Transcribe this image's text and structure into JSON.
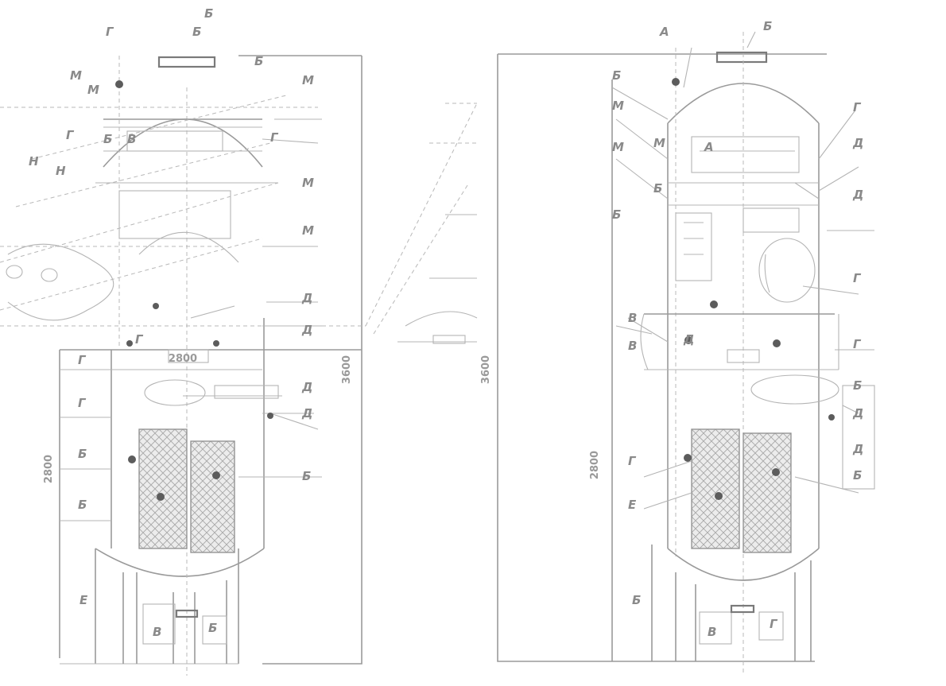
{
  "drawing": {
    "callouts_left_view": [
      "Б",
      "Г",
      "Б",
      "Б",
      "М",
      "М",
      "М",
      "Н",
      "Н",
      "Г",
      "Б",
      "В",
      "Г",
      "М",
      "М",
      "Д",
      "Д",
      "Г",
      "Г",
      "Б",
      "Б",
      "Д",
      "Д",
      "Б",
      "Е",
      "Б",
      "В",
      "Г"
    ],
    "callouts_right_view": [
      "А",
      "Б",
      "Б",
      "М",
      "М",
      "М",
      "Б",
      "Б",
      "А",
      "Г",
      "Д",
      "Д",
      "Г",
      "Г",
      "Б",
      "Д",
      "Д",
      "Б",
      "В",
      "В",
      "Г",
      "Е",
      "Б",
      "В",
      "Г",
      "Д"
    ],
    "dimensions": [
      "3600",
      "3600",
      "2800",
      "2800",
      "2800"
    ]
  }
}
